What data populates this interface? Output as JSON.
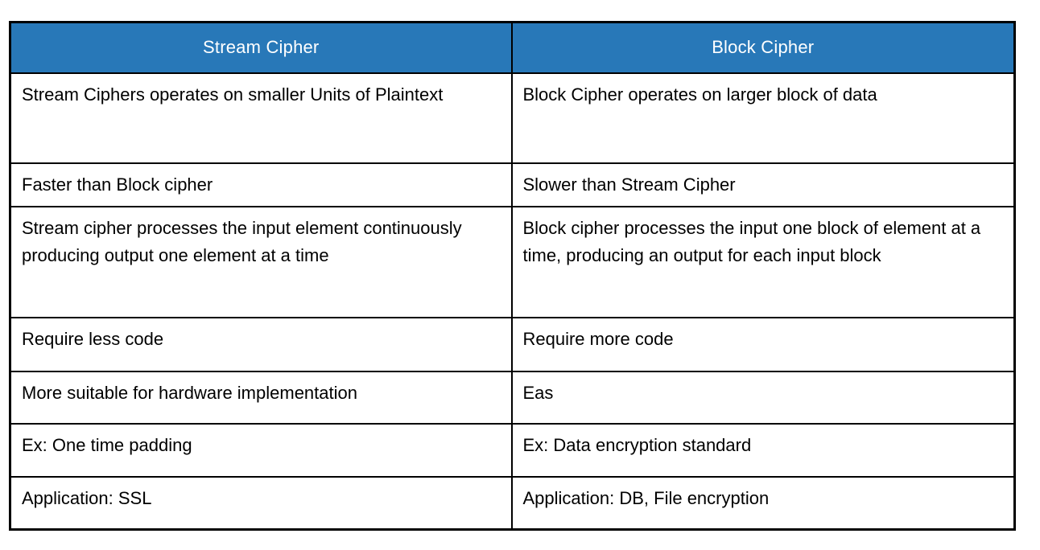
{
  "colors": {
    "header_bg": "#2878B8",
    "header_text": "#FFFFFF",
    "body_text": "#000000",
    "border": "#000000",
    "page_background": "#FFFFFF"
  },
  "table": {
    "headers": [
      "Stream Cipher",
      "Block Cipher"
    ],
    "rows": [
      [
        "Stream Ciphers operates on smaller Units of Plaintext",
        "Block Cipher operates on larger block of data"
      ],
      [
        "Faster than Block cipher",
        "Slower than Stream Cipher"
      ],
      [
        "Stream cipher processes the input element continuously producing output one element at a time",
        "Block cipher processes the input one block of element at a time, producing an output for each input block"
      ],
      [
        "Require less code",
        "Require more code"
      ],
      [
        "More suitable for hardware implementation",
        "Eas"
      ],
      [
        "Ex: One time padding",
        "Ex: Data encryption standard"
      ],
      [
        "Application: SSL",
        "Application: DB, File encryption"
      ]
    ]
  }
}
